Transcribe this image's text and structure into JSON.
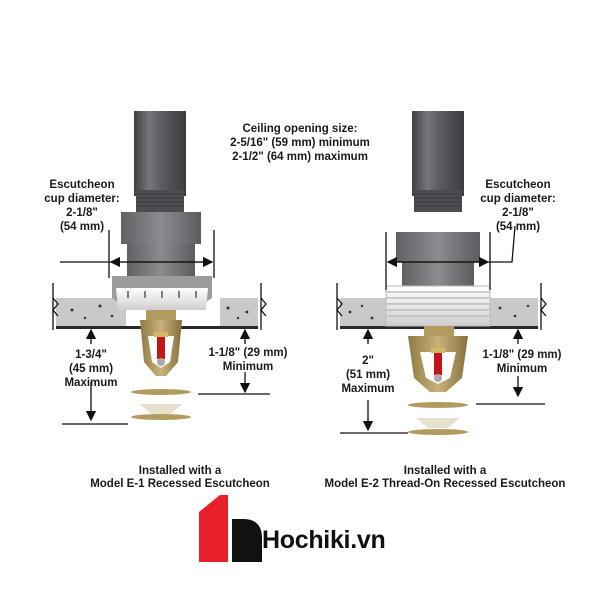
{
  "ceiling_opening": {
    "title": "Ceiling opening size:",
    "min": "2-5/16\" (59 mm) minimum",
    "max": "2-1/2\" (64 mm) maximum"
  },
  "left_diagram": {
    "escutcheon_label_1": "Escutcheon",
    "escutcheon_label_2": "cup diameter:",
    "escutcheon_value_in": "2-1/8\"",
    "escutcheon_value_mm": "(54 mm)",
    "max_in": "1-3/4\"",
    "max_mm": "(45 mm)",
    "max_label": "Maximum",
    "min_value": "1-1/8\" (29 mm)",
    "min_label": "Minimum",
    "caption_1": "Installed with a",
    "caption_2": "Model E-1 Recessed Escutcheon"
  },
  "right_diagram": {
    "escutcheon_label_1": "Escutcheon",
    "escutcheon_label_2": "cup diameter:",
    "escutcheon_value_in": "2-1/8\"",
    "escutcheon_value_mm": "(54 mm)",
    "max_in": "2\"",
    "max_mm": "(51 mm)",
    "max_label": "Maximum",
    "min_value": "1-1/8\" (29 mm)",
    "min_label": "Minimum",
    "caption_1": "Installed with a",
    "caption_2": "Model E-2 Thread-On Recessed Escutcheon"
  },
  "logo": {
    "text": "Hochiki.vn",
    "red": "#e8202a",
    "black": "#111111"
  },
  "colors": {
    "pipe": "#5a5c60",
    "fitting": "#77797c",
    "ceiling": "#c9c9c7",
    "escutcheon": "#eeeeee",
    "brass": "#b39a5e",
    "bulb": "#c0161a"
  }
}
